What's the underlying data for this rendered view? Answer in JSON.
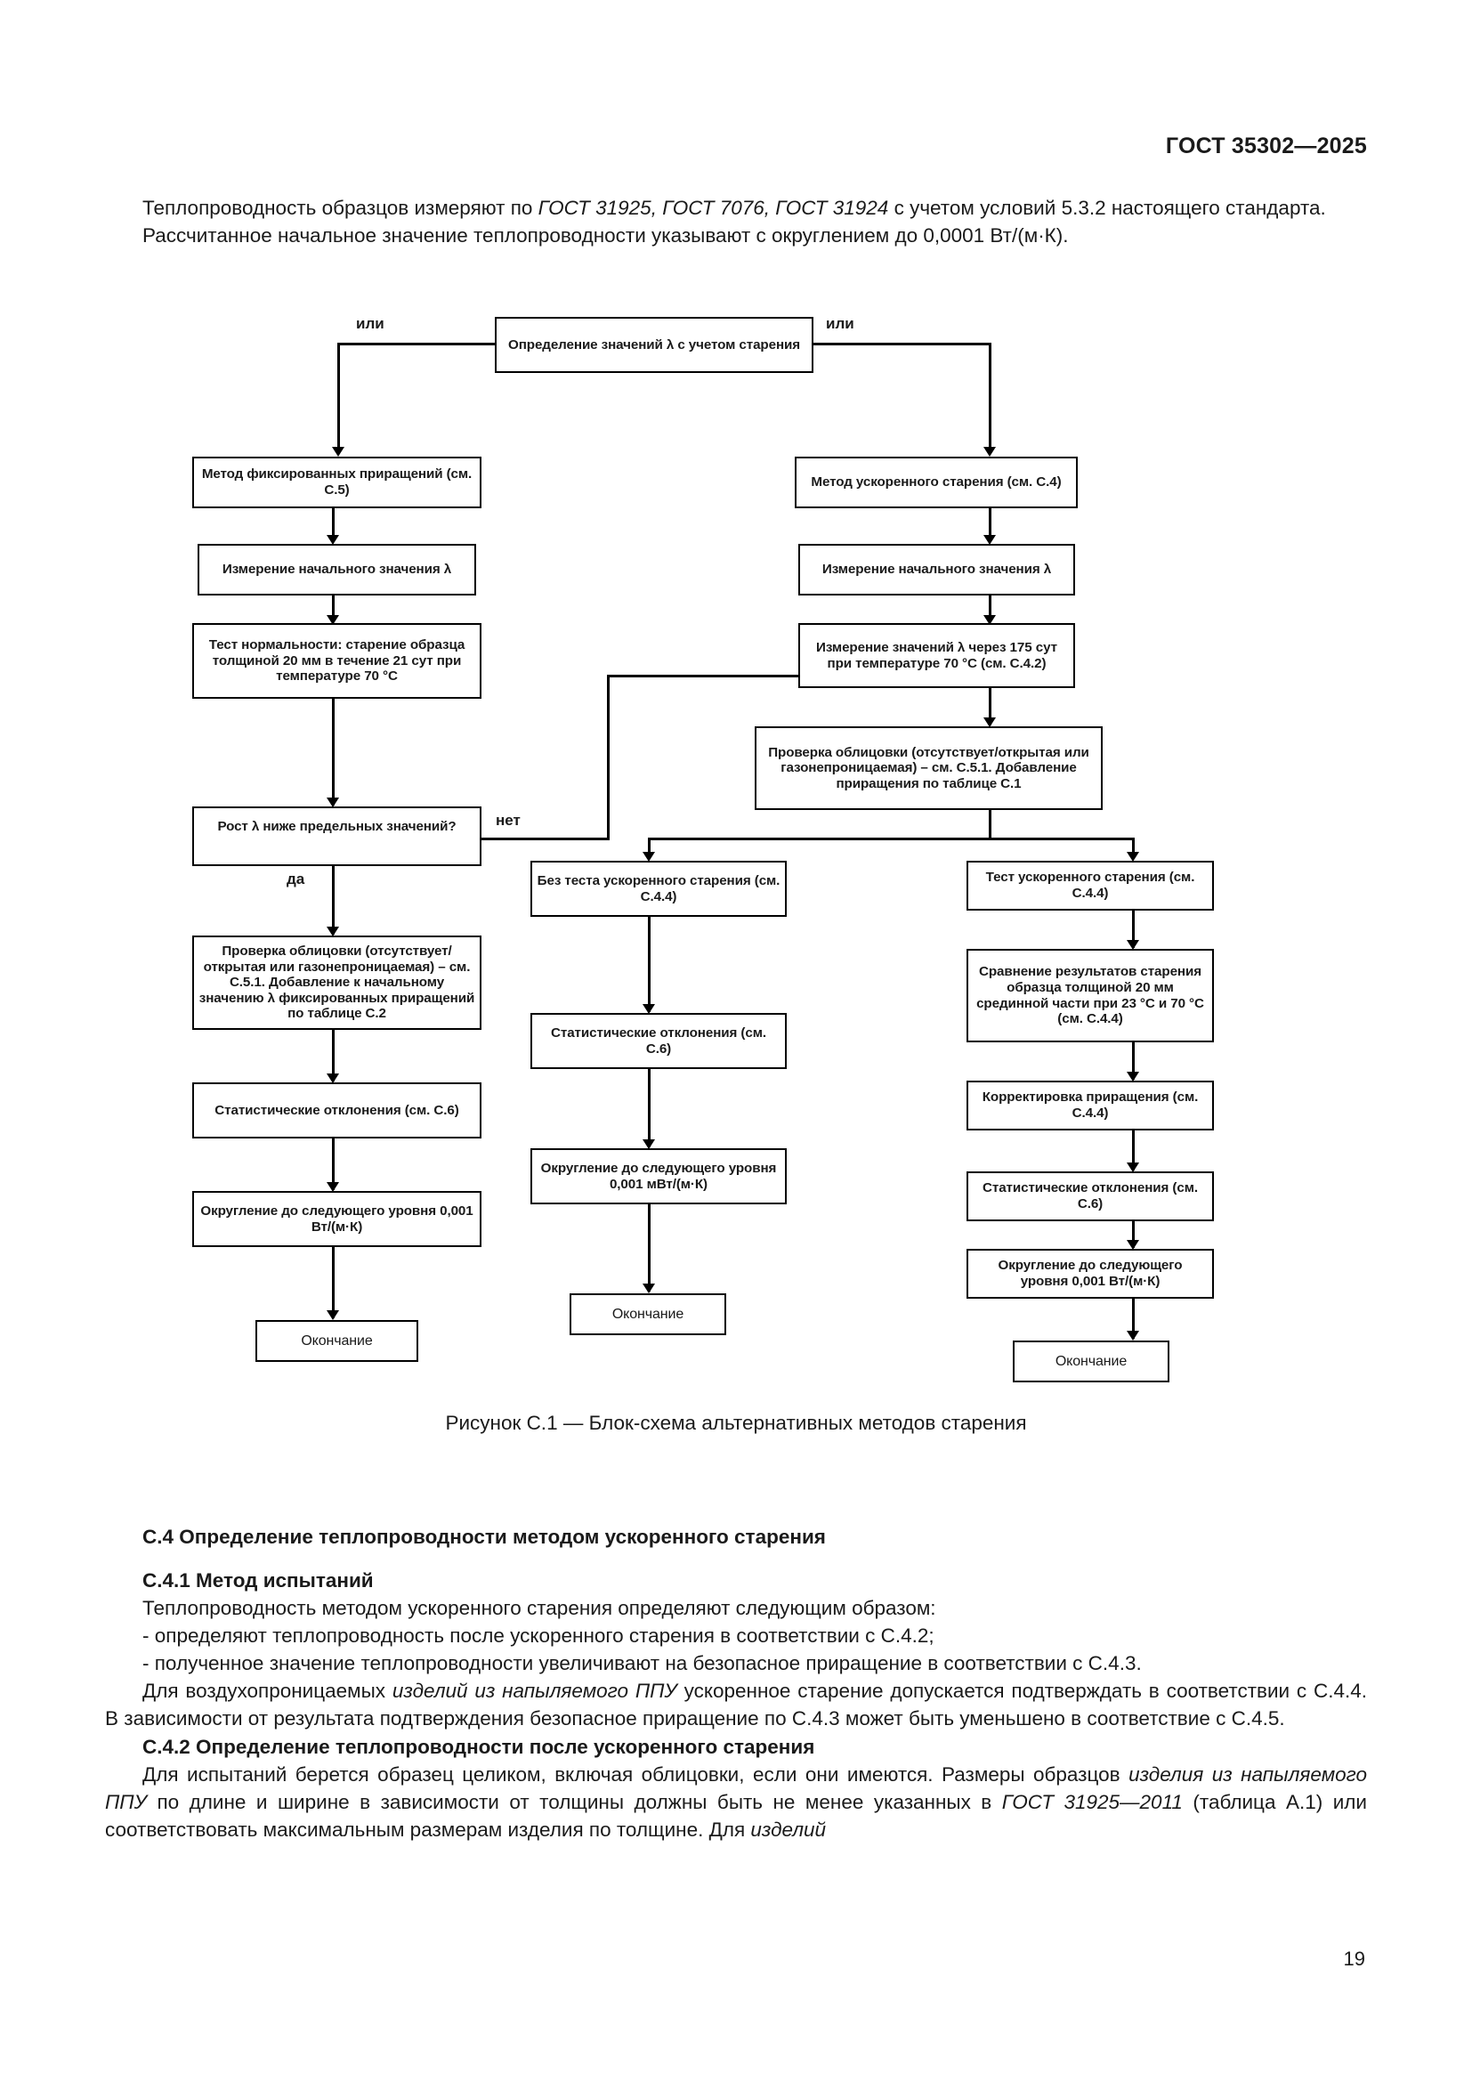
{
  "header": {
    "standard": "ГОСТ 35302—2025"
  },
  "folio": "19",
  "intro": {
    "p1_a": "Теплопроводность образцов измеряют по ",
    "p1_refs": "ГОСТ 31925, ГОСТ 7076, ГОСТ 31924",
    "p1_b": " с учетом условий 5.3.2 настоящего стандарта.",
    "p2": "Рассчитанное начальное значение теплопроводности указывают с округлением до 0,0001 Вт/(м·К)."
  },
  "figure": {
    "caption": "Рисунок С.1 — Блок-схема альтернативных методов старения",
    "labels": {
      "or_left": "или",
      "or_right": "или",
      "no": "нет",
      "yes": "да"
    },
    "nodes": {
      "start": "Определение значений λ с учетом старения",
      "l1": "Метод фиксированных приращений (см. С.5)",
      "l2": "Измерение начального значения λ",
      "l3": "Тест нормальности: старение образца толщиной 20 мм в течение 21 сут при температуре 70 °C",
      "l4": "Рост λ ниже предельных значений?",
      "l5": "Проверка облицовки (отсутствует/открытая или газонепроницаемая) – см. С.5.1. Добавление к начальному значению λ фиксированных приращений по таблице С.2",
      "l6": "Статистические отклонения (см. С.6)",
      "l7": "Округление до следующего уровня 0,001 Вт/(м·К)",
      "l8": "Окончание",
      "r1": "Метод ускоренного старения (см. С.4)",
      "r2": "Измерение начального значения λ",
      "r3": "Измерение значений λ через 175 сут при температуре 70 °C (см. С.4.2)",
      "r4": "Проверка облицовки (отсутствует/открытая или газонепроницаемая) – см. С.5.1. Добавление приращения по таблице С.1",
      "m1": "Без теста ускоренного старения (см. С.4.4)",
      "m2": "Статистические отклонения (см. С.6)",
      "m3": "Округление до следующего уровня 0,001 мВт/(м·К)",
      "m4": "Окончание",
      "rr1": "Тест ускоренного старения (см. С.4.4)",
      "rr2": "Сравнение результатов старения образца толщиной 20 мм срединной части при 23 °C и 70 °C (см. С.4.4)",
      "rr3": "Корректировка приращения (см. С.4.4)",
      "rr4": "Статистические отклонения (см. С.6)",
      "rr5": "Округление до следующего уровня 0,001 Вт/(м·К)",
      "rr6": "Окончание"
    }
  },
  "sections": {
    "c4_title": "С.4 Определение теплопроводности методом ускоренного старения",
    "c41_title": "С.4.1 Метод испытаний",
    "c41_lead": "Теплопроводность методом ускоренного старения определяют следующим образом:",
    "c41_b1": "-  определяют теплопроводность после ускоренного старения в соответствии с С.4.2;",
    "c41_b2": "-  полученное значение теплопроводности увеличивают на безопасное приращение в соответствии с С.4.3.",
    "c41_p_a": "Для воздухопроницаемых ",
    "c41_p_it": "изделий из напыляемого ППУ",
    "c41_p_b": " ускоренное старение допускается подтверждать в соответствии с С.4.4. В зависимости от результата подтверждения безопасное приращение по С.4.3 может быть уменьшено в соответствие с С.4.5.",
    "c42_title": "С.4.2 Определение теплопроводности после ускоренного старения",
    "c42_p_a": "Для испытаний берется образец целиком, включая облицовки, если они имеются. Размеры образцов ",
    "c42_p_it1": "изделия из напыляемого ППУ",
    "c42_p_b": " по длине и ширине в зависимости от толщины должны быть не менее указанных в ",
    "c42_p_it2": "ГОСТ 31925—2011",
    "c42_p_c": " (таблица А.1) или соответствовать максимальным размерам изделия по толщине. Для ",
    "c42_p_it3": "изделий"
  }
}
